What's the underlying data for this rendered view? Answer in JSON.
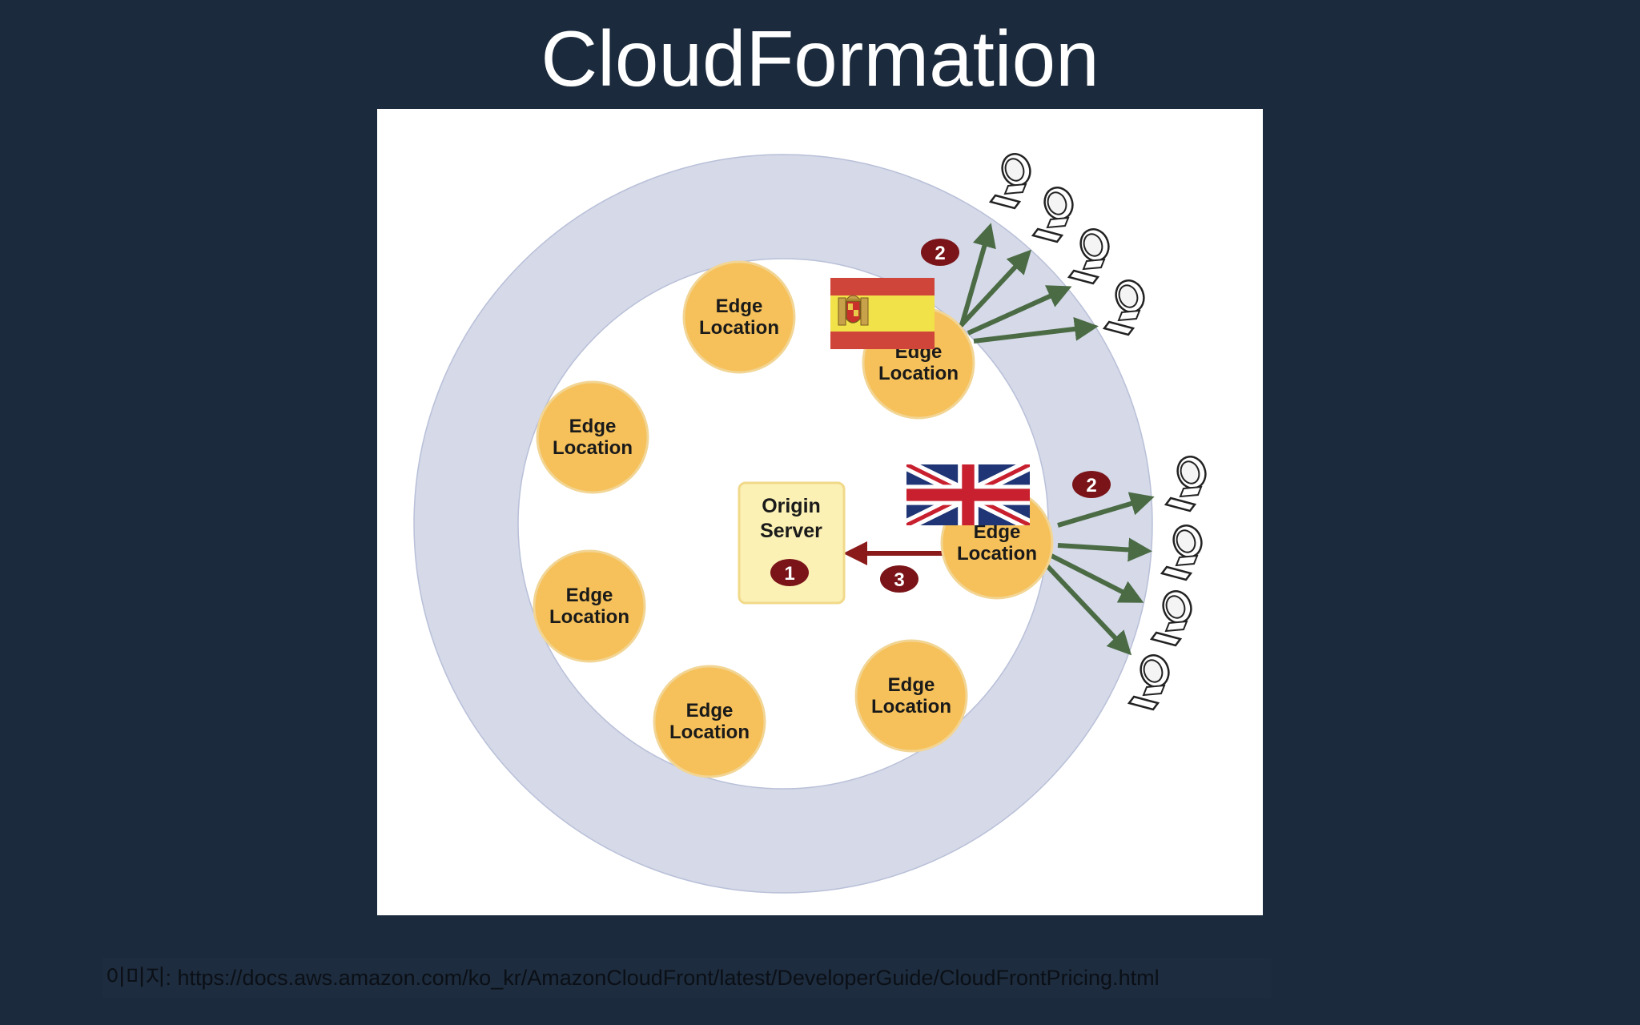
{
  "title": "CloudFormation",
  "diagram": {
    "edge_label_line1": "Edge",
    "edge_label_line2": "Location",
    "origin_label_line1": "Origin",
    "origin_label_line2": "Server",
    "step_origin": "1",
    "step_deliver": "2",
    "step_fetch": "3"
  },
  "caption": "이미지: https://docs.aws.amazon.com/ko_kr/AmazonCloudFront/latest/DeveloperGuide/CloudFrontPricing.html",
  "colors": {
    "background": "#1b2a3c",
    "ring": "#d5d9e8",
    "edge_fill": "#f6c15a",
    "origin_fill": "#fbf1b5",
    "green_arrow": "#4b6b45",
    "red_arrow": "#8b1a1a",
    "badge": "#7a1418"
  },
  "icons": [
    "spain-flag-icon",
    "uk-flag-icon",
    "computer-icon"
  ]
}
